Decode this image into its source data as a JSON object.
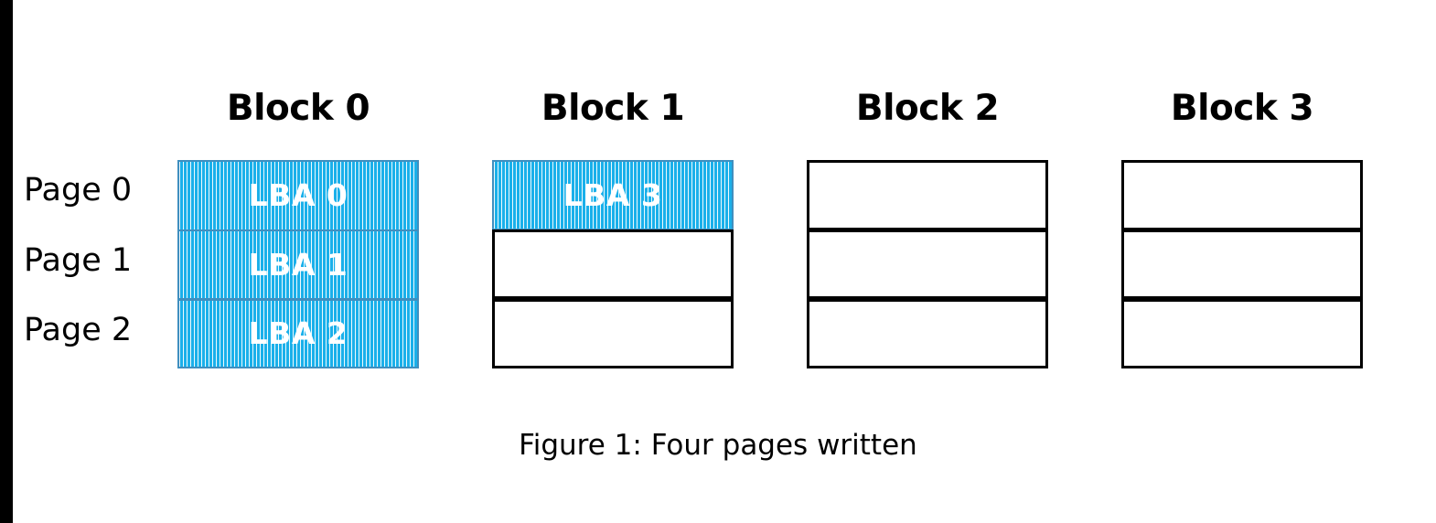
{
  "figure": {
    "caption": "Figure 1: Four pages written",
    "background_color": "#ffffff",
    "left_bar_color": "#000000",
    "filled_color": "#1ab0ea",
    "filled_border_color": "#3f8fbf",
    "empty_border_color": "#000000",
    "filled_text_color": "#ffffff"
  },
  "row_labels": [
    {
      "label": "Page 0"
    },
    {
      "label": "Page 1"
    },
    {
      "label": "Page 2"
    }
  ],
  "blocks": [
    {
      "header": "Block 0",
      "cells": [
        {
          "label": "LBA 0",
          "state": "filled"
        },
        {
          "label": "LBA 1",
          "state": "filled"
        },
        {
          "label": "LBA 2",
          "state": "filled"
        }
      ]
    },
    {
      "header": "Block 1",
      "cells": [
        {
          "label": "LBA 3",
          "state": "filled"
        },
        {
          "label": "",
          "state": "empty"
        },
        {
          "label": "",
          "state": "empty"
        }
      ]
    },
    {
      "header": "Block 2",
      "cells": [
        {
          "label": "",
          "state": "empty"
        },
        {
          "label": "",
          "state": "empty"
        },
        {
          "label": "",
          "state": "empty"
        }
      ]
    },
    {
      "header": "Block 3",
      "cells": [
        {
          "label": "",
          "state": "empty"
        },
        {
          "label": "",
          "state": "empty"
        },
        {
          "label": "",
          "state": "empty"
        }
      ]
    }
  ]
}
